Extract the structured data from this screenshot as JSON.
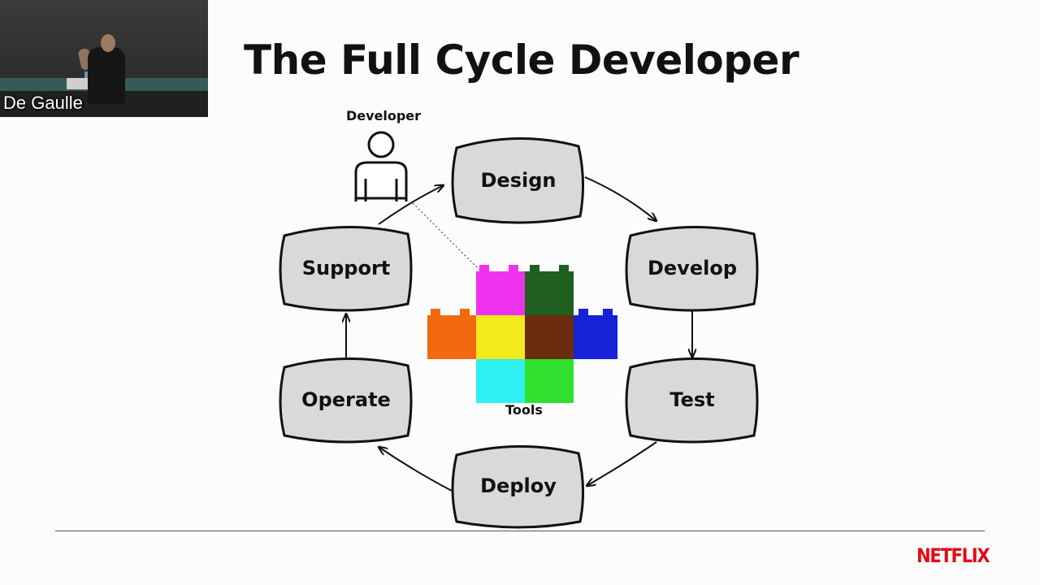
{
  "video": {
    "speaker_name": "De Gaulle"
  },
  "slide": {
    "title": "The Full Cycle Developer",
    "brand": "NETFLIX",
    "developer_label": "Developer",
    "tools_label": "Tools",
    "stages": {
      "design": "Design",
      "develop": "Develop",
      "test": "Test",
      "deploy": "Deploy",
      "operate": "Operate",
      "support": "Support"
    },
    "block_colors": [
      "#ee33ee",
      "#1f5f1f",
      "#f26a10",
      "#f2ea1a",
      "#6b2c10",
      "#1622d8",
      "#2ff0f0",
      "#2fe02f"
    ],
    "brand_color": "#e50914"
  }
}
